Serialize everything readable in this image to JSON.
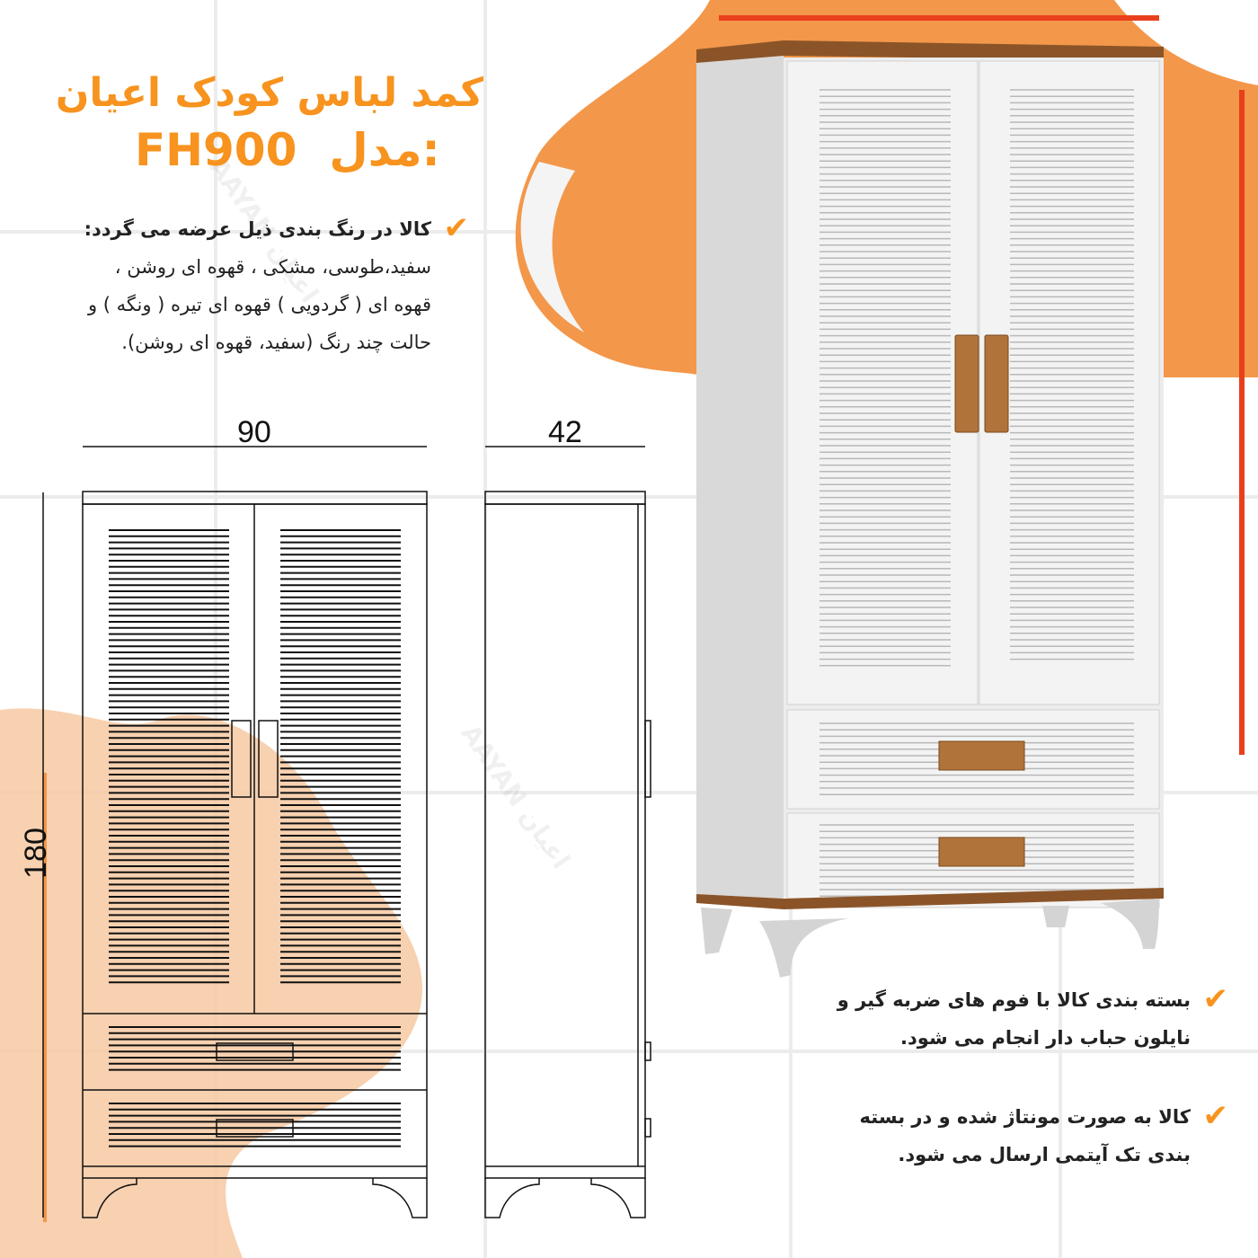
{
  "header": {
    "title": "کمد لباس کودک اعیان",
    "model_label": "مدل:",
    "model_code": "FH900"
  },
  "colors_section": {
    "heading": "کالا در رنگ بندی ذیل عرضه می گردد:",
    "lines": [
      "سفید،طوسی، مشکی ، قهوه ای روشن ،",
      "قهوه ای ( گردویی ) قهوه ای تیره ( ونگه ) و",
      "حالت چند رنگ (سفید، قهوه ای روشن)."
    ]
  },
  "dimensions": {
    "width": "90",
    "depth": "42",
    "height": "180"
  },
  "bullets": [
    {
      "line1": "بسته بندی کالا با فوم های ضربه گیر و",
      "line2": "نایلون حباب دار انجام می شود."
    },
    {
      "line1": "کالا به صورت مونتاژ شده و در بسته",
      "line2": "بندی تک آیتمی ارسال می شود."
    }
  ],
  "watermark": "AAYAN اعیان",
  "palette": {
    "accent": "#f7931e",
    "blob": "#f3974a",
    "stripe": "#e8401c",
    "wood": "#a0622d",
    "body": "#e6e6e6"
  }
}
